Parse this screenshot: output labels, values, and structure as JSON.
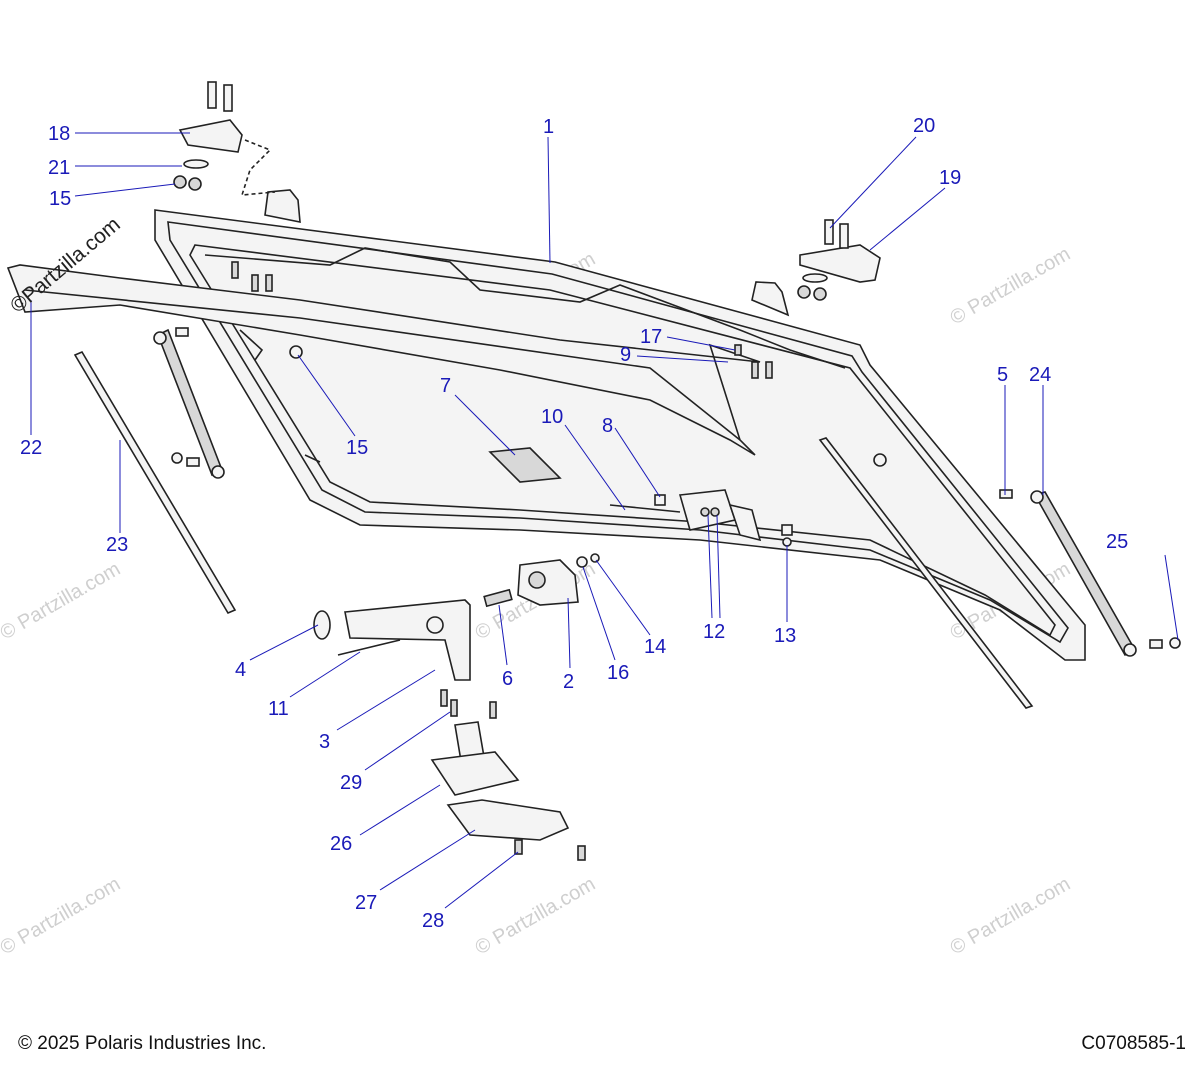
{
  "watermark": "© Partzilla.com",
  "brand_mark": "©Partzilla.com",
  "footer": {
    "copyright": "© 2025 Polaris Industries Inc.",
    "drawing_number": "C0708585-1"
  },
  "callouts": [
    "1",
    "2",
    "3",
    "4",
    "5",
    "6",
    "7",
    "8",
    "9",
    "10",
    "11",
    "12",
    "13",
    "14",
    "15",
    "15",
    "16",
    "17",
    "18",
    "19",
    "20",
    "21",
    "22",
    "23",
    "24",
    "25",
    "26",
    "27",
    "28",
    "29"
  ],
  "colors": {
    "callout": "#1a1ab8",
    "line": "#222222",
    "watermark": "#cfcfcf"
  }
}
